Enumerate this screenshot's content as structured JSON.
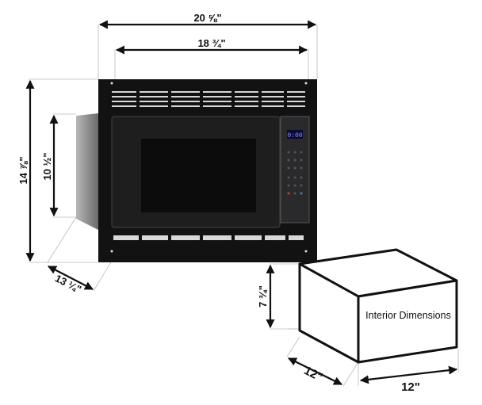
{
  "dimensions": {
    "overall_width": "20 ⅝\"",
    "cutout_width": "18 ¾\"",
    "overall_height": "14 ⅞\"",
    "body_height": "10 ½\"",
    "depth": "13 ¼\"",
    "interior_height": "7 ¾\"",
    "interior_depth": "12\"",
    "interior_width": "12\""
  },
  "interior_label": "Interior Dimensions",
  "display_readout": "0:00",
  "colors": {
    "trim": "#111111",
    "display": "#6f7bff"
  }
}
